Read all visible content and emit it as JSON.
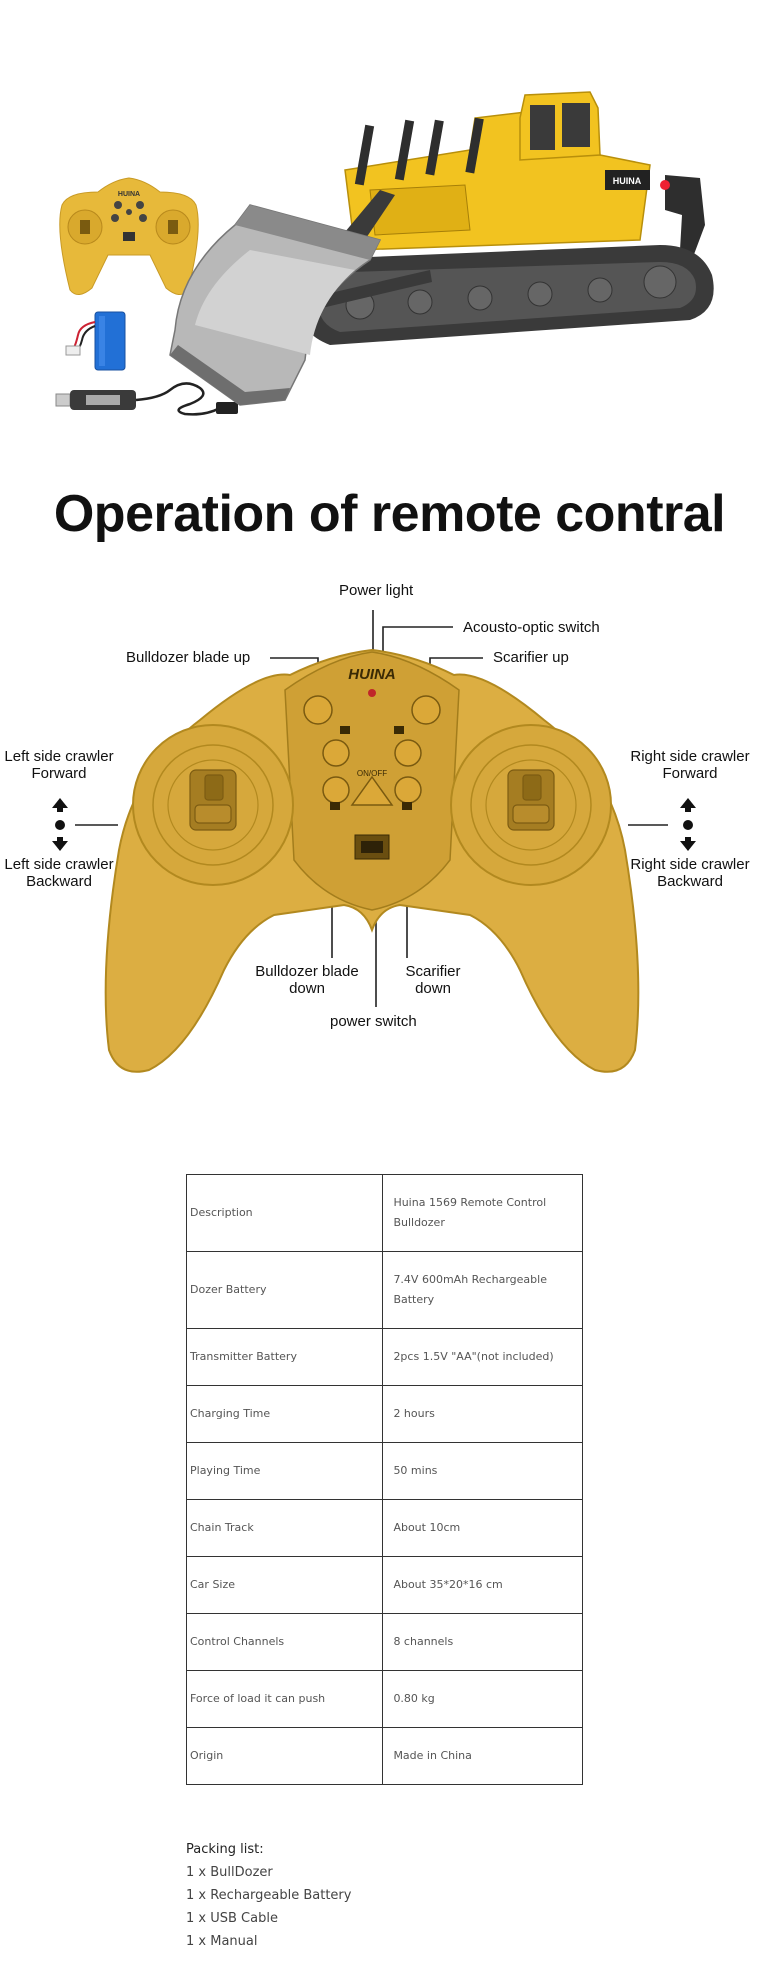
{
  "operation": {
    "title": "Operation of remote contral"
  },
  "controller": {
    "brand": "HUINA",
    "labels": {
      "power_light": "Power light",
      "acousto_optic": "Acousto-optic switch",
      "blade_up": "Bulldozer blade up",
      "scarifier_up": "Scarifier up",
      "left_forward_1": "Left side crawler",
      "left_forward_2": "Forward",
      "left_backward_1": "Left side crawler",
      "left_backward_2": "Backward",
      "right_forward_1": "Right side crawler",
      "right_forward_2": "Forward",
      "right_backward_1": "Right side crawler",
      "right_backward_2": "Backward",
      "blade_down_1": "Bulldozer blade",
      "blade_down_2": "down",
      "scarifier_down_1": "Scarifier",
      "scarifier_down_2": "down",
      "power_switch": "power switch",
      "on_off": "ON/OFF"
    }
  },
  "hero": {
    "truck_brand": "HUINA",
    "colors": {
      "body": "#f2c320",
      "remote": "#e7b93a",
      "battery": "#2270d6"
    }
  },
  "specs": [
    {
      "name": "Description",
      "value": "Huina 1569 Remote Control Bulldozer"
    },
    {
      "name": "Dozer Battery",
      "value": "7.4V 600mAh Rechargeable Battery"
    },
    {
      "name": "Transmitter Battery",
      "value": "2pcs 1.5V \"AA\"(not included)"
    },
    {
      "name": "Charging Time",
      "value": "2 hours"
    },
    {
      "name": "Playing Time",
      "value": "50 mins"
    },
    {
      "name": "Chain Track",
      "value": "About 10cm"
    },
    {
      "name": "Car Size",
      "value": "About 35*20*16 cm"
    },
    {
      "name": "Control Channels",
      "value": "8 channels"
    },
    {
      "name": "Force of load it can push",
      "value": "0.80 kg"
    },
    {
      "name": "Origin",
      "value": "Made in China"
    }
  ],
  "packing": {
    "title": "Packing list:",
    "items": [
      "1 x BullDozer",
      "1 x Rechargeable Battery",
      "1 x USB Cable",
      "1 x Manual"
    ]
  }
}
